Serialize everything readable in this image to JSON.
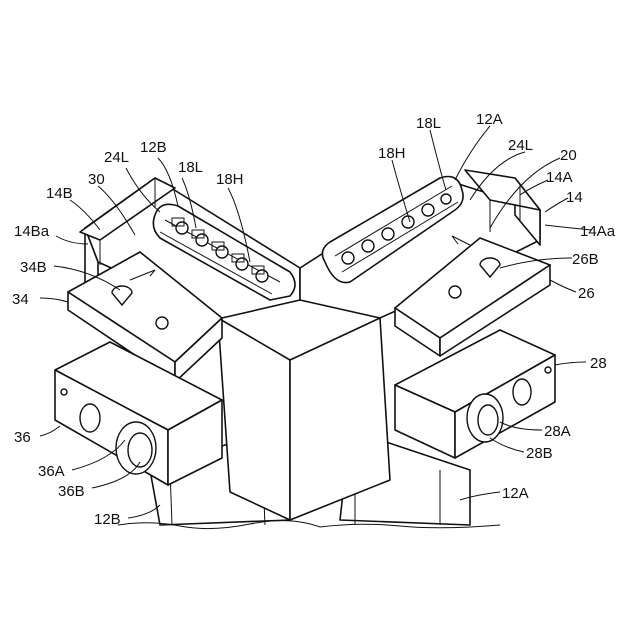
{
  "labels": {
    "l_12B_top": "12B",
    "l_24L_left": "24L",
    "l_18L_left": "18L",
    "l_18H_left": "18H",
    "l_30": "30",
    "l_14B": "14B",
    "l_14Ba": "14Ba",
    "l_34B": "34B",
    "l_34": "34",
    "l_36": "36",
    "l_36A": "36A",
    "l_36B": "36B",
    "l_12B_bottom": "12B",
    "l_18L_right": "18L",
    "l_12A_top": "12A",
    "l_18H_right": "18H",
    "l_24L_right": "24L",
    "l_20": "20",
    "l_14A": "14A",
    "l_14": "14",
    "l_14Aa": "14Aa",
    "l_26B": "26B",
    "l_26": "26",
    "l_28": "28",
    "l_28A": "28A",
    "l_28B": "28B",
    "l_12A_bottom": "12A"
  }
}
